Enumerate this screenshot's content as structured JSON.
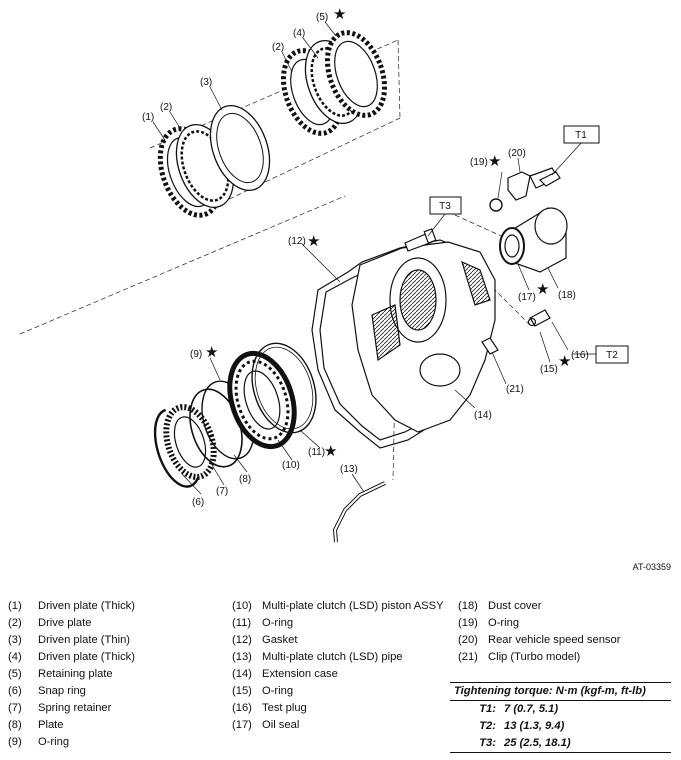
{
  "figure_id": "AT-03359",
  "torque_badges": {
    "t1": "T1",
    "t2": "T2",
    "t3": "T3"
  },
  "callouts": {
    "c1": "(1)",
    "c2a": "(2)",
    "c2b": "(2)",
    "c3": "(3)",
    "c4": "(4)",
    "c5": "(5)",
    "c6": "(6)",
    "c7": "(7)",
    "c8": "(8)",
    "c9": "(9)",
    "c10": "(10)",
    "c11": "(11)",
    "c12": "(12)",
    "c13": "(13)",
    "c14": "(14)",
    "c15": "(15)",
    "c16": "(16)",
    "c17": "(17)",
    "c18": "(18)",
    "c19": "(19)",
    "c20": "(20)",
    "c21": "(21)"
  },
  "legend": {
    "col1": [
      {
        "num": "(1)",
        "text": "Driven plate (Thick)"
      },
      {
        "num": "(2)",
        "text": "Drive plate"
      },
      {
        "num": "(3)",
        "text": "Driven plate (Thin)"
      },
      {
        "num": "(4)",
        "text": "Driven plate (Thick)"
      },
      {
        "num": "(5)",
        "text": "Retaining plate"
      },
      {
        "num": "(6)",
        "text": "Snap ring"
      },
      {
        "num": "(7)",
        "text": "Spring retainer"
      },
      {
        "num": "(8)",
        "text": "Plate"
      },
      {
        "num": "(9)",
        "text": "O-ring"
      }
    ],
    "col2": [
      {
        "num": "(10)",
        "text": "Multi-plate clutch (LSD) piston ASSY"
      },
      {
        "num": "(11)",
        "text": "O-ring"
      },
      {
        "num": "(12)",
        "text": "Gasket"
      },
      {
        "num": "(13)",
        "text": "Multi-plate clutch (LSD) pipe"
      },
      {
        "num": "(14)",
        "text": "Extension case"
      },
      {
        "num": "(15)",
        "text": "O-ring"
      },
      {
        "num": "(16)",
        "text": "Test plug"
      },
      {
        "num": "(17)",
        "text": "Oil seal"
      }
    ],
    "col3": [
      {
        "num": "(18)",
        "text": "Dust cover"
      },
      {
        "num": "(19)",
        "text": "O-ring"
      },
      {
        "num": "(20)",
        "text": "Rear vehicle speed sensor"
      },
      {
        "num": "(21)",
        "text": "Clip (Turbo model)"
      }
    ]
  },
  "torque": {
    "title": "Tightening torque: N·m (kgf-m, ft-lb)",
    "rows": [
      {
        "code": "T1:",
        "value": "7 (0.7, 5.1)"
      },
      {
        "code": "T2:",
        "value": "13 (1.3, 9.4)"
      },
      {
        "code": "T3:",
        "value": "25 (2.5, 18.1)"
      }
    ]
  }
}
